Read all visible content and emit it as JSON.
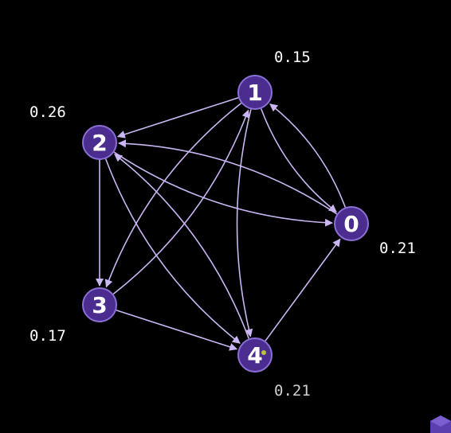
{
  "graph": {
    "nodes": [
      {
        "id": "0",
        "score": "0.21"
      },
      {
        "id": "1",
        "score": "0.15"
      },
      {
        "id": "2",
        "score": "0.26"
      },
      {
        "id": "3",
        "score": "0.17"
      },
      {
        "id": "4",
        "score": "0.21"
      }
    ],
    "edges": [
      {
        "from": "1",
        "to": "2"
      },
      {
        "from": "1",
        "to": "0"
      },
      {
        "from": "0",
        "to": "1"
      },
      {
        "from": "1",
        "to": "3"
      },
      {
        "from": "1",
        "to": "4"
      },
      {
        "from": "2",
        "to": "0"
      },
      {
        "from": "0",
        "to": "2"
      },
      {
        "from": "2",
        "to": "3"
      },
      {
        "from": "2",
        "to": "4"
      },
      {
        "from": "4",
        "to": "2"
      },
      {
        "from": "3",
        "to": "1"
      },
      {
        "from": "3",
        "to": "4"
      },
      {
        "from": "4",
        "to": "0"
      }
    ]
  },
  "colors": {
    "node_fill": "#4b2d8f",
    "node_stroke": "#8c6fd6",
    "edge": "#c9b6f2",
    "background": "#000000"
  }
}
